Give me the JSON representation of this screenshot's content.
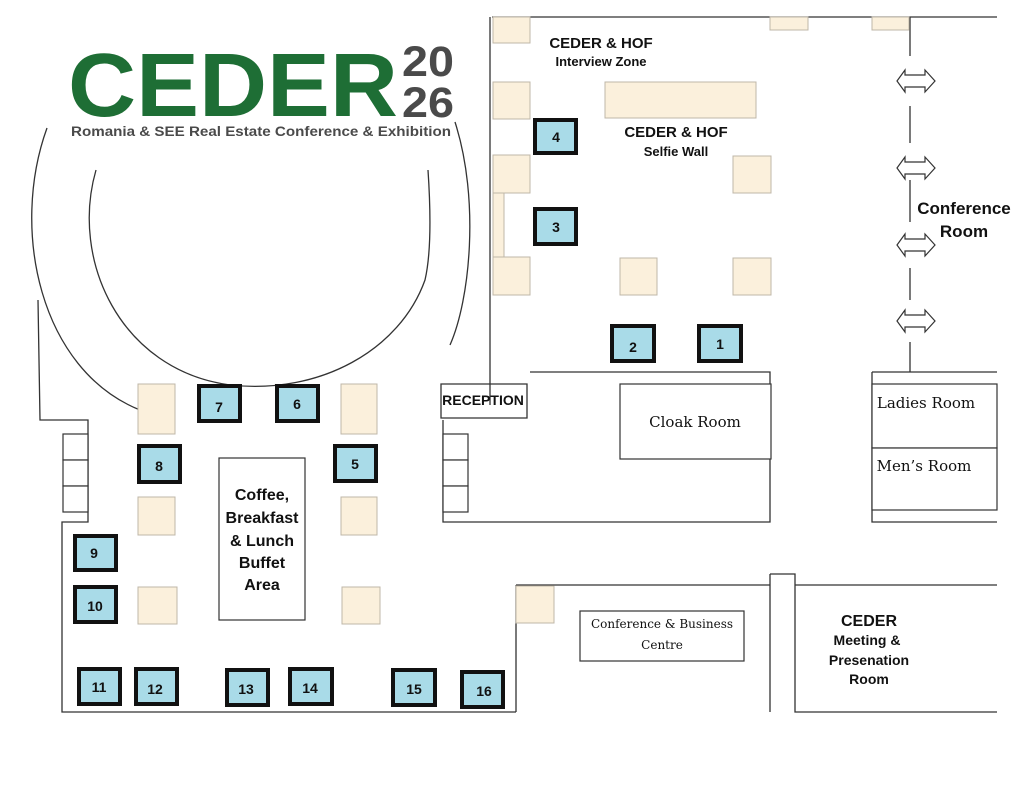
{
  "logo": {
    "brand": "CEDER",
    "year_top": "20",
    "year_bottom": "26",
    "tagline": "Romania & SEE Real Estate Conference & Exhibition",
    "brand_color": "#1e6e35",
    "year_color": "#4a4a4a"
  },
  "zones": {
    "interview_title": "CEDER & HOF",
    "interview_sub": "Interview Zone",
    "selfie_title": "CEDER & HOF",
    "selfie_sub": "Selfie Wall",
    "conference_line1": "Conference",
    "conference_line2": "Room",
    "reception": "RECEPTION",
    "cloak_room": "Cloak Room",
    "ladies_room": "Ladies Room",
    "mens_room": "Men’s Room",
    "business_line1": "Conference & Business",
    "business_line2": "Centre",
    "meeting_line1": "CEDER",
    "meeting_line2": "Meeting &",
    "meeting_line3": "Presenation",
    "meeting_line4": "Room",
    "coffee_line1": "Coffee,",
    "coffee_line2": "Breakfast",
    "coffee_line3": "& Lunch",
    "coffee_line4": "Buffet",
    "coffee_line5": "Area"
  },
  "stands": {
    "s1": "1",
    "s2": "2",
    "s3": "3",
    "s4": "4",
    "s5": "5",
    "s6": "6",
    "s7": "7",
    "s8": "8",
    "s9": "9",
    "s10": "10",
    "s11": "11",
    "s12": "12",
    "s13": "13",
    "s14": "14",
    "s15": "15",
    "s16": "16"
  },
  "colors": {
    "stand_fill": "#a9dbe8",
    "table_fill": "#fbf0dc",
    "wall": "#333333"
  }
}
